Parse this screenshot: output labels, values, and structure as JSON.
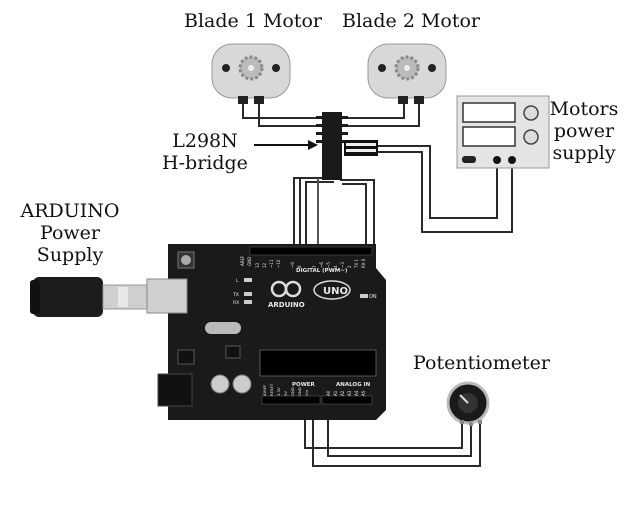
{
  "labels": {
    "motor1": "Blade 1 Motor",
    "motor2": "Blade 2 Motor",
    "hbridge_line1": "L298N",
    "hbridge_line2": "H-bridge",
    "motors_ps_line1": "Motors",
    "motors_ps_line2": "power",
    "motors_ps_line3": "supply",
    "arduino_ps_line1": "ARDUINO",
    "arduino_ps_line2": "Power",
    "arduino_ps_line3": "Supply",
    "potentiometer": "Potentiometer"
  },
  "board": {
    "name": "ARDUINO",
    "model": "UNO",
    "digital_label": "DIGITAL (PWM~)",
    "power_label": "POWER",
    "analog_label": "ANALOG IN",
    "on_label": "ON",
    "tx_label": "TX",
    "rx_label": "RX",
    "l_label": "L",
    "aref_label": "AREF",
    "gnd_label": "GND",
    "digital_pins": [
      "13",
      "12",
      "~11",
      "~10",
      "~9",
      "8",
      "7",
      "~6",
      "~5",
      "4",
      "~3",
      "2",
      "TX 1",
      "RX 0"
    ],
    "power_pins": [
      "IOREF",
      "RESET",
      "3.3V",
      "5V",
      "GND",
      "GND",
      "Vin"
    ],
    "analog_pins": [
      "A0",
      "A1",
      "A2",
      "A3",
      "A4",
      "A5"
    ]
  },
  "colors": {
    "board": "#1a1a1a",
    "wire": "#2a2a2a",
    "motor_body": "#d8d8d8"
  }
}
